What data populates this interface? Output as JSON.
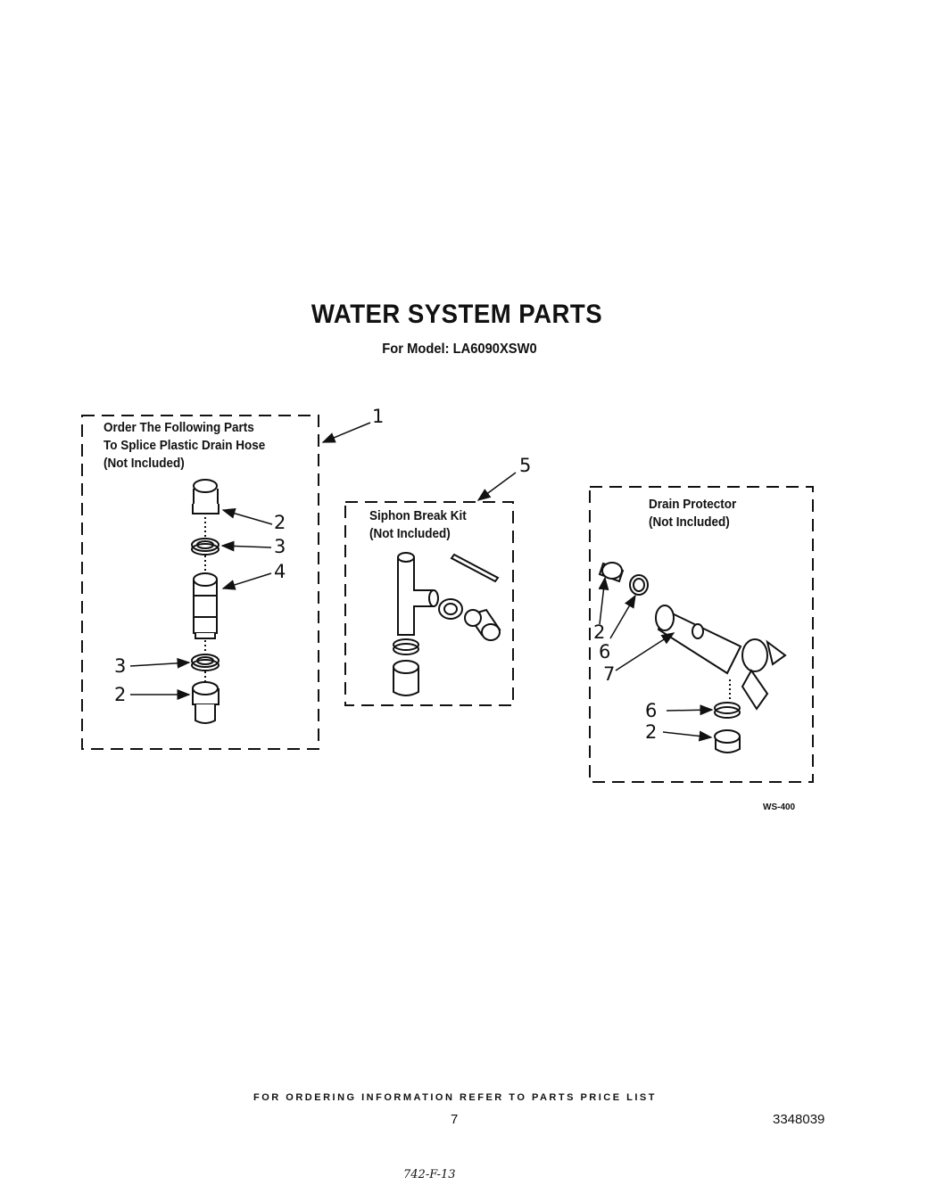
{
  "title": "WATER SYSTEM PARTS",
  "subtitle": "For Model: LA6090XSW0",
  "boxes": [
    {
      "label": "Order The Following Parts\nTo Splice Plastic Drain Hose\n(Not Included)"
    },
    {
      "label": "Siphon Break Kit\n(Not Included)"
    },
    {
      "label": "Drain Protector\n(Not Included)"
    }
  ],
  "callouts": [
    "1",
    "2",
    "3",
    "4",
    "3",
    "2",
    "5",
    "2",
    "6",
    "7",
    "6",
    "2"
  ],
  "figure_code": "WS-400",
  "footer": "FOR ORDERING INFORMATION REFER TO PARTS PRICE LIST",
  "page_number": "7",
  "document_number": "3348039",
  "handwritten_note": "742-F-13"
}
